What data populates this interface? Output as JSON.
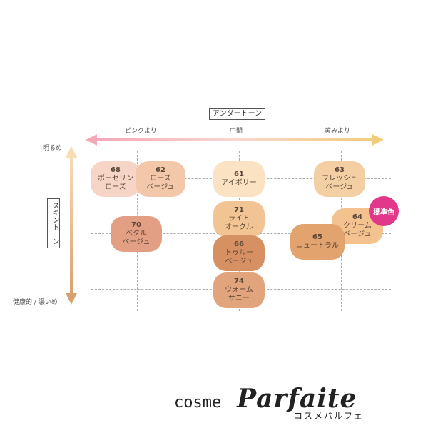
{
  "diagram": {
    "undertone_title": "アンダートーン",
    "undertone_left": "ピンクより",
    "undertone_mid": "中間",
    "undertone_right": "黄みより",
    "skintone_title": "スキントーン",
    "skintone_top": "明るめ",
    "skintone_bottom": "健康的 / 濃いめ",
    "standard_badge": "標準色",
    "swatches": [
      {
        "num": "68",
        "l1": "ポーセリン",
        "l2": "ローズ",
        "color": "#f7d5c6"
      },
      {
        "num": "62",
        "l1": "ローズ",
        "l2": "ベージュ",
        "color": "#f3c7aa"
      },
      {
        "num": "61",
        "l1": "アイボリー",
        "l2": "",
        "color": "#fbe2c3"
      },
      {
        "num": "63",
        "l1": "フレッシュ",
        "l2": "ベージュ",
        "color": "#f4cfa4"
      },
      {
        "num": "71",
        "l1": "ライト",
        "l2": "オークル",
        "color": "#f2c493"
      },
      {
        "num": "70",
        "l1": "ベタル",
        "l2": "ベージュ",
        "color": "#e39f84"
      },
      {
        "num": "64",
        "l1": "クリーム",
        "l2": "ベージュ",
        "color": "#f3c28f"
      },
      {
        "num": "66",
        "l1": "トゥルー",
        "l2": "ベージュ",
        "color": "#d69062"
      },
      {
        "num": "65",
        "l1": "ニュートラル",
        "l2": "",
        "color": "#e2a36e"
      },
      {
        "num": "74",
        "l1": "ウォーム",
        "l2": "サニー",
        "color": "#e1a47c"
      }
    ]
  },
  "logo": {
    "latin": "cosme",
    "script": "Parfaite",
    "kana": "コスメパルフェ"
  }
}
